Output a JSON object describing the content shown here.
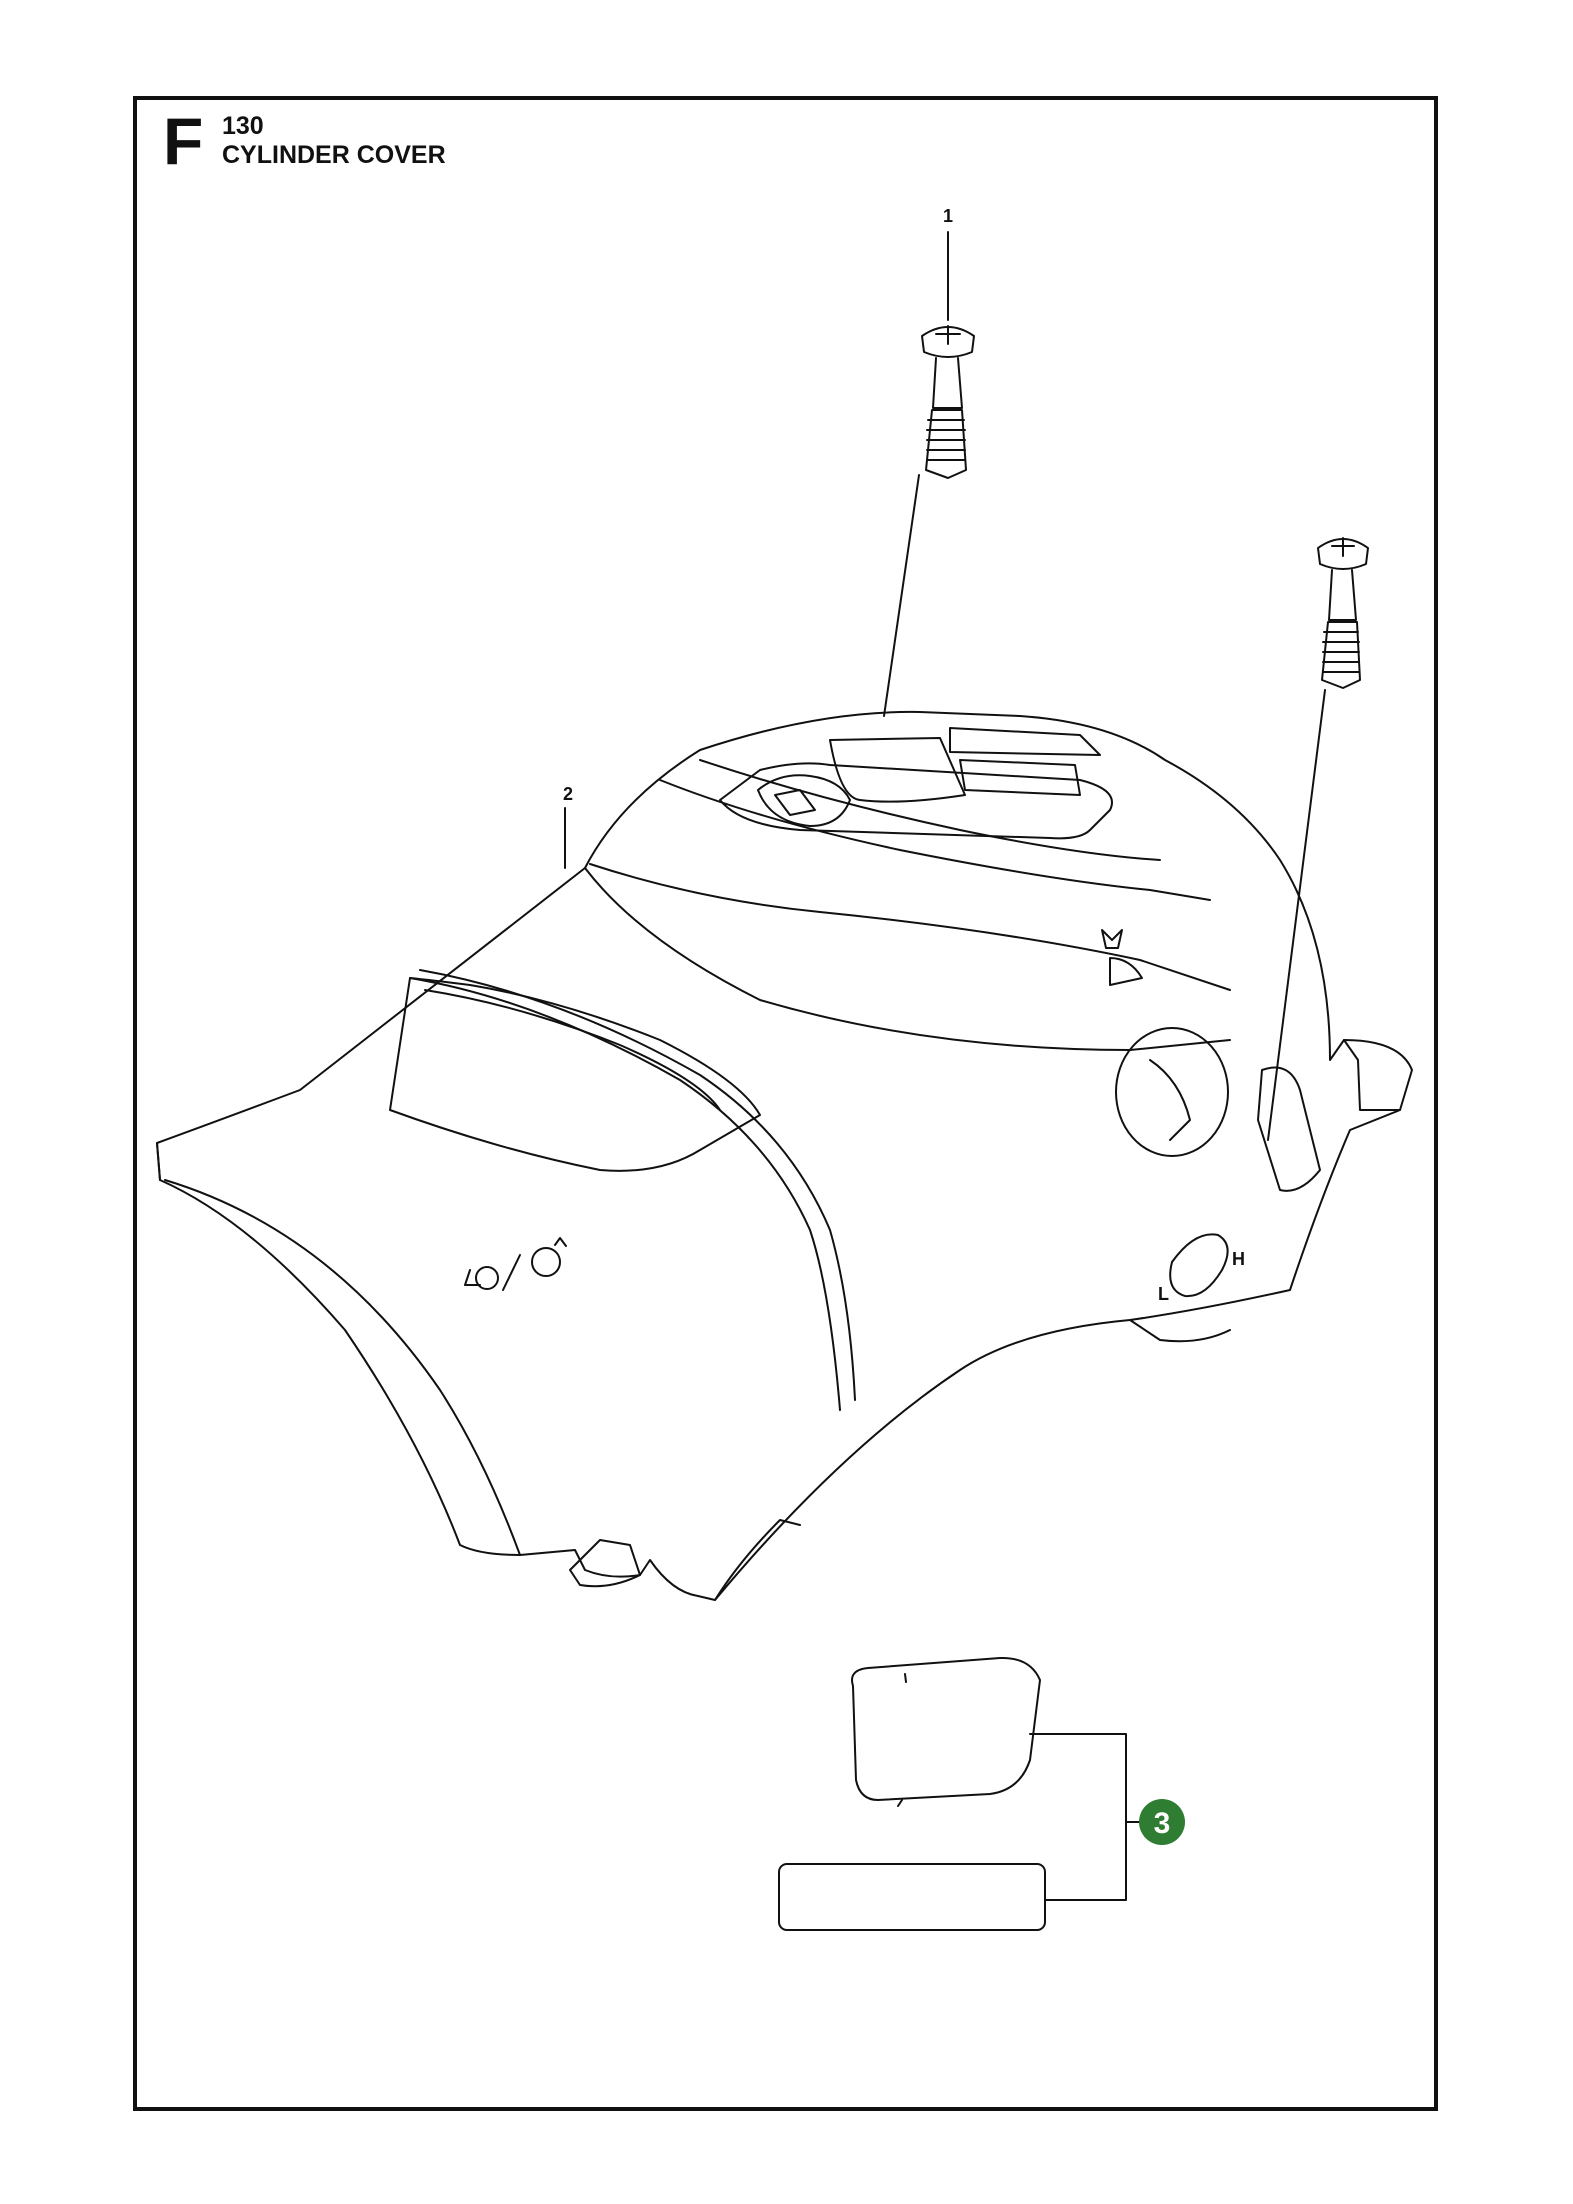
{
  "header": {
    "section_letter": "F",
    "model_number": "130",
    "group_title": "CYLINDER COVER"
  },
  "callouts": [
    {
      "id": "1",
      "part": "screw"
    },
    {
      "id": "2",
      "part": "cylinder-cover"
    },
    {
      "id": "3",
      "part": "decal-kit"
    }
  ],
  "cover_markings": {
    "choke_symbol": "choke-symbol-icon",
    "lever_low": "L",
    "lever_high": "H"
  },
  "colors": {
    "line": "#111111",
    "badge": "#2e7d32",
    "badge_text": "#ffffff"
  }
}
